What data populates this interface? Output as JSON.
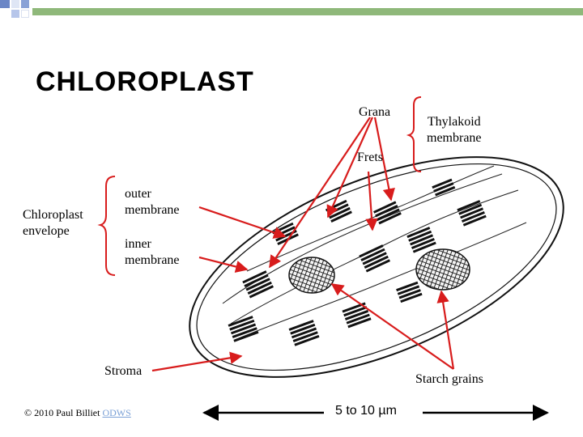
{
  "title": "CHLOROPLAST",
  "labels": {
    "grana": "Grana",
    "frets": "Frets",
    "thylakoid_line1": "Thylakoid",
    "thylakoid_line2": "membrane",
    "envelope_line1": "Chloroplast",
    "envelope_line2": "envelope",
    "outer_line1": "outer",
    "outer_line2": "membrane",
    "inner_line1": "inner",
    "inner_line2": "membrane",
    "stroma": "Stroma",
    "starch": "Starch grains"
  },
  "scale": "5 to 10 µm",
  "credit": {
    "text": "© 2010 Paul Billiet",
    "link": "ODWS"
  },
  "colors": {
    "arrow": "#d81c1c",
    "bracket": "#d81c1c",
    "deco_green": "#8fb87a",
    "deco_blue": "#6b86c6"
  }
}
